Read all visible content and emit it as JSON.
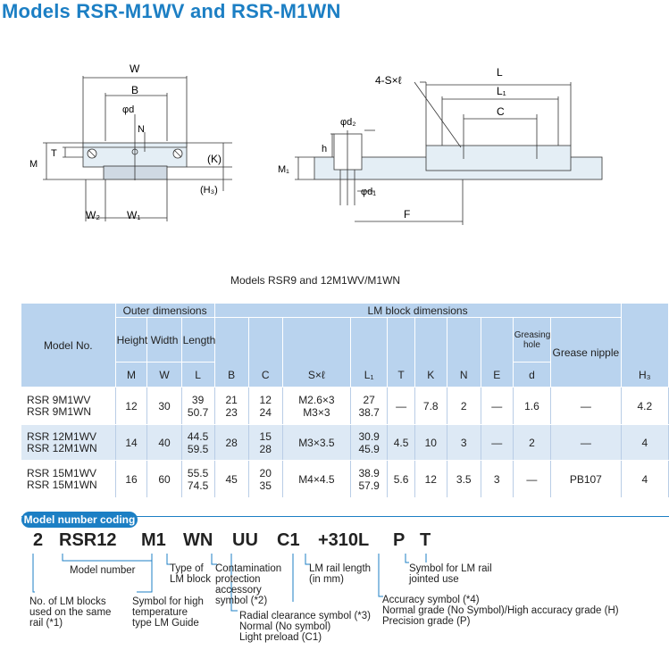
{
  "title": "Models RSR-M1WV and RSR-M1WN",
  "drawing": {
    "W": "W",
    "B": "B",
    "phi_d": "φd",
    "N": "N",
    "T": "T",
    "M": "M",
    "K": "(K)",
    "H3": "(H₃)",
    "W2": "W₂",
    "W1": "W₁",
    "four_s_l": "4-S×ℓ",
    "L": "L",
    "L1": "L₁",
    "C": "C",
    "phi_d2": "φd₂",
    "h": "h",
    "M1": "M₁",
    "phi_d1": "φd₁",
    "F": "F"
  },
  "caption": "Models RSR9 and 12M1WV/M1WN",
  "table": {
    "model_no": "Model No.",
    "outer_dimensions": "Outer dimensions",
    "lm_block_dimensions": "LM block dimensions",
    "height": "Height",
    "width": "Width",
    "length": "Length",
    "greasing_hole": "Greasing hole",
    "grease_nipple": "Grease nipple",
    "cols": [
      "M",
      "W",
      "L",
      "B",
      "C",
      "S×ℓ",
      "L₁",
      "T",
      "K",
      "N",
      "E",
      "d",
      "H₃"
    ],
    "rows": [
      {
        "model": [
          "RSR 9M1WV",
          "RSR 9M1WN"
        ],
        "M": "12",
        "W": "30",
        "L": [
          "39",
          "50.7"
        ],
        "B": [
          "21",
          "23"
        ],
        "C": [
          "12",
          "24"
        ],
        "S": [
          "M2.6×3",
          "M3×3"
        ],
        "L1": [
          "27",
          "38.7"
        ],
        "T": "—",
        "K": "7.8",
        "N": "2",
        "E": "—",
        "d": "1.6",
        "nipple": "—",
        "H3": "4.2"
      },
      {
        "model": [
          "RSR 12M1WV",
          "RSR 12M1WN"
        ],
        "M": "14",
        "W": "40",
        "L": [
          "44.5",
          "59.5"
        ],
        "B": [
          "28"
        ],
        "C": [
          "15",
          "28"
        ],
        "S": [
          "M3×3.5"
        ],
        "L1": [
          "30.9",
          "45.9"
        ],
        "T": "4.5",
        "K": "10",
        "N": "3",
        "E": "—",
        "d": "2",
        "nipple": "—",
        "H3": "4"
      },
      {
        "model": [
          "RSR 15M1WV",
          "RSR 15M1WN"
        ],
        "M": "16",
        "W": "60",
        "L": [
          "55.5",
          "74.5"
        ],
        "B": [
          "45"
        ],
        "C": [
          "20",
          "35"
        ],
        "S": [
          "M4×4.5"
        ],
        "L1": [
          "38.9",
          "57.9"
        ],
        "T": "5.6",
        "K": "12",
        "N": "3.5",
        "E": "3",
        "d": "—",
        "nipple": "PB107",
        "H3": "4"
      }
    ]
  },
  "coding": {
    "badge": "Model number coding",
    "parts": [
      "2",
      "RSR12",
      "M1",
      "WN",
      "UU",
      "C1",
      "+310L",
      "P",
      "T"
    ],
    "labels": {
      "model_number": "Model number",
      "lm_blocks": [
        "No. of LM blocks",
        "used on the same",
        "rail (*1)"
      ],
      "type": [
        "Type of",
        "LM block"
      ],
      "high_temp": [
        "Symbol for high",
        "temperature",
        "type LM Guide"
      ],
      "contamination": [
        "Contamination",
        "protection",
        "accessory",
        "symbol (*2)"
      ],
      "radial": [
        "Radial clearance symbol (*3)",
        "Normal (No symbol)",
        "Light preload (C1)"
      ],
      "rail_length": [
        "LM rail length",
        "(in mm)"
      ],
      "accuracy": [
        "Accuracy symbol (*4)",
        "Normal grade (No Symbol)/High accuracy grade (H)",
        "Precision grade (P)"
      ],
      "jointed": [
        "Symbol for LM rail",
        "jointed use"
      ]
    }
  }
}
